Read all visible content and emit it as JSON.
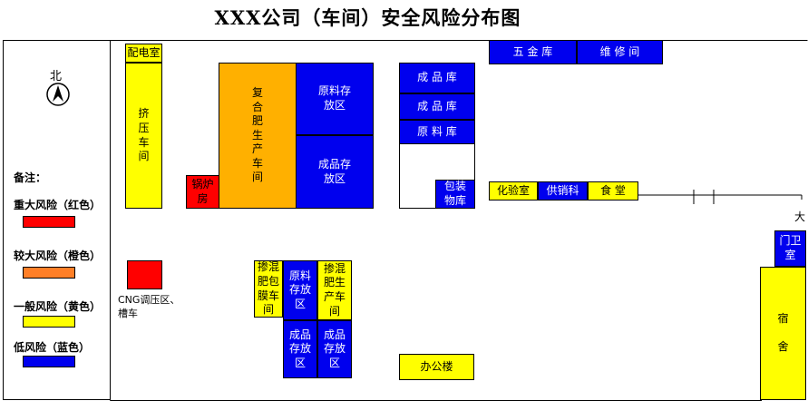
{
  "title": "XXX公司（车间）安全风险分布图",
  "north_label": "北",
  "legend": {
    "heading": "备注：",
    "items": [
      {
        "label": "重大风险（红色）",
        "color": "#ff0000"
      },
      {
        "label": "较大风险（橙色）",
        "color": "#ff7f27"
      },
      {
        "label": "一般风险（黄色）",
        "color": "#ffff00"
      },
      {
        "label": "低风险（蓝色）",
        "color": "#0000ee"
      }
    ]
  },
  "zones": {
    "power_room": "配电室",
    "extrusion": "挤\n压\n车\n间",
    "boiler": "锅炉\n房",
    "compound_workshop": "复\n合\n肥\n生\n产\n车\n间",
    "raw_storage_1": "原料存\n放区",
    "product_storage_1": "成品存\n放区",
    "product_warehouse_1": "成 品 库",
    "product_warehouse_2": "成 品 库",
    "raw_warehouse": "原 料 库",
    "packaging_warehouse": "包装\n物库",
    "hardware_warehouse": "五 金 库",
    "maintenance": "维 修 间",
    "lab": "化验室",
    "supply": "供销科",
    "canteen": "食 堂",
    "gate_text": "大",
    "guard_room": "门卫\n室",
    "dormitory": "宿\n\n舍",
    "cng_area": "CNG调压区、\n槽车",
    "blend_packing": "掺混\n肥包\n膜车\n间",
    "raw_storage_2": "原料\n存放\n区",
    "blend_workshop": "掺混\n肥生\n产车\n间",
    "product_storage_2": "成品\n存放\n区",
    "product_storage_3": "成品\n存放\n区",
    "office": "办公楼"
  }
}
